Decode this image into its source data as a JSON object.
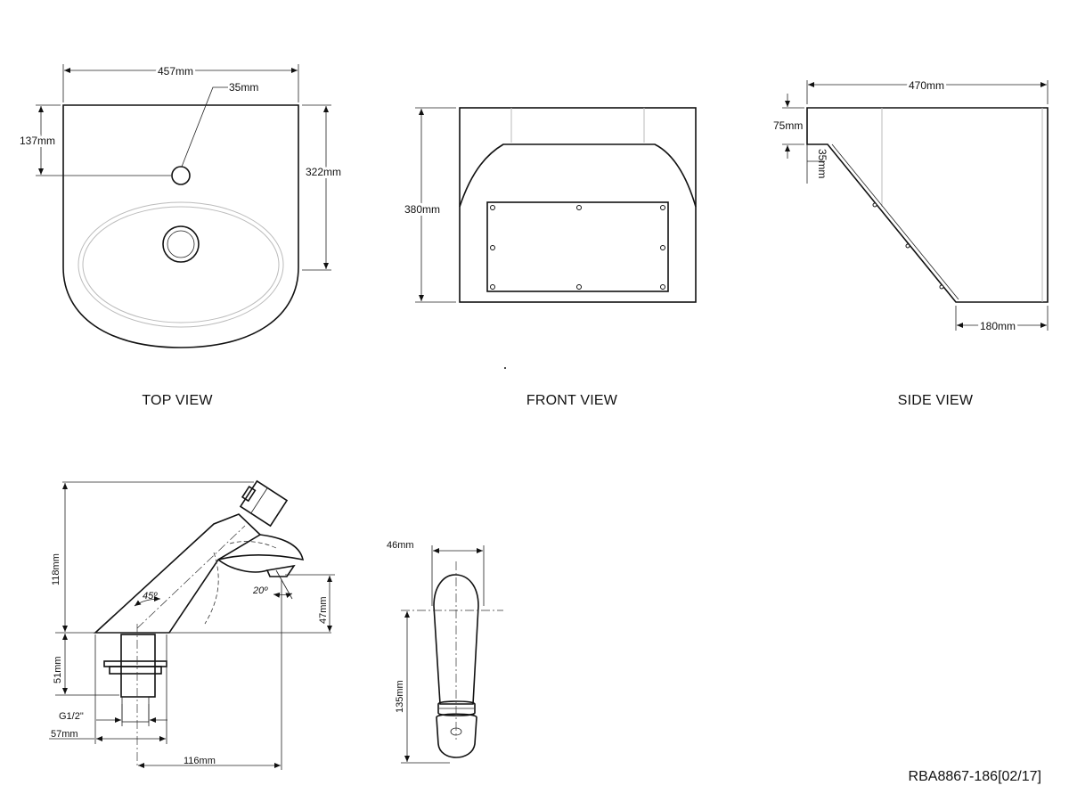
{
  "views": {
    "top": {
      "title": "TOP VIEW",
      "dims": {
        "width": "457mm",
        "tap_hole": "35mm",
        "hole_offset": "137mm",
        "depth": "322mm"
      }
    },
    "front": {
      "title": "FRONT VIEW",
      "dims": {
        "height": "380mm"
      }
    },
    "side": {
      "title": "SIDE VIEW",
      "dims": {
        "depth": "470mm",
        "top_height": "75mm",
        "lip": "35mm",
        "bottom": "180mm"
      }
    },
    "tap_side": {
      "dims": {
        "height": "118mm",
        "spout_drop": "47mm",
        "base_height": "51mm",
        "thread": "G1/2\"",
        "base_width": "57mm",
        "reach": "116mm",
        "angle_body": "45º",
        "angle_spout": "20º"
      }
    },
    "tap_front": {
      "dims": {
        "width": "46mm",
        "height": "135mm"
      }
    }
  },
  "drawing_ref": "RBA8867-186[02/17]"
}
